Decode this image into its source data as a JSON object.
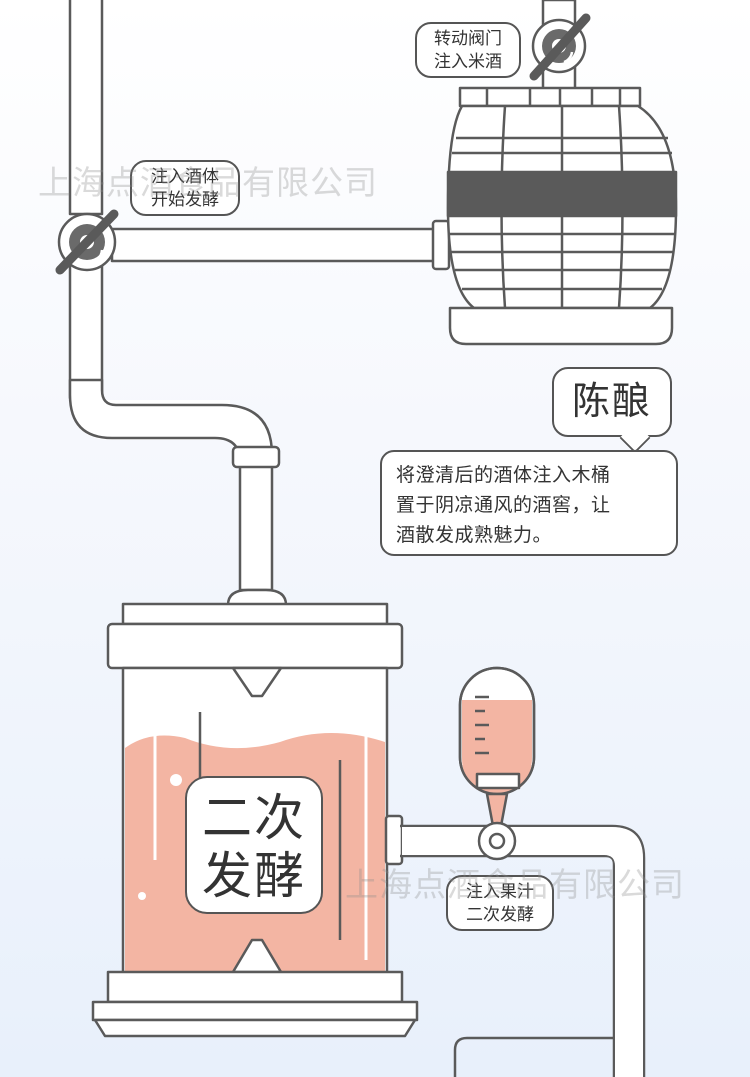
{
  "valve_label": {
    "lines": [
      "转动阀门",
      "注入米酒"
    ]
  },
  "ferment_label": {
    "lines": [
      "注入酒体",
      "开始发酵"
    ]
  },
  "aging": {
    "title": "陈酿",
    "description_lines": [
      "将澄清后的酒体注入木桶",
      "置于阴凉通风的酒窖，让",
      "酒散发成熟魅力。"
    ]
  },
  "second_ferment": {
    "lines": [
      "二次",
      "发酵"
    ]
  },
  "juice_label": {
    "lines": [
      "注入果汁",
      "二次发酵"
    ]
  },
  "watermark": "上海点酒食品有限公司",
  "colors": {
    "outline": "#5a5a5a",
    "pipe_fill": "#ffffff",
    "liquid": "#f3b5a3",
    "barrel_band": "#5a5a5a",
    "valve_fill": "#6a6a6a"
  }
}
